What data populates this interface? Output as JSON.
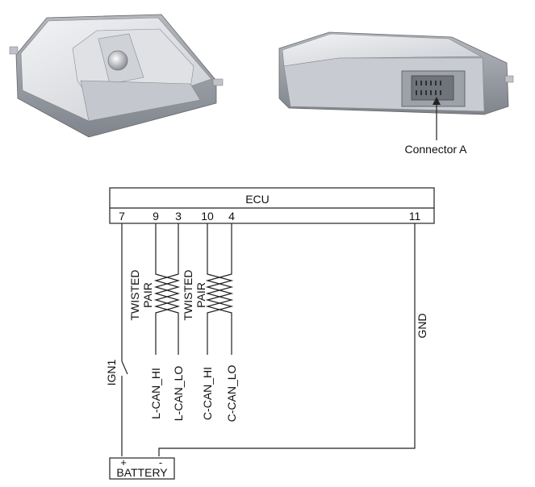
{
  "callout": {
    "connector_label": "Connector A"
  },
  "ecu": {
    "label": "ECU",
    "pins": [
      "7",
      "9",
      "3",
      "10",
      "4",
      "11"
    ]
  },
  "twisted_pair_label_1": [
    "TWISTED",
    "PAIR"
  ],
  "twisted_pair_label_2": [
    "TWISTED",
    "PAIR"
  ],
  "wire_labels": {
    "ign": "IGN1",
    "l_can_hi": "L-CAN_HI",
    "l_can_lo": "L-CAN_LO",
    "c_can_hi": "C-CAN_HI",
    "c_can_lo": "C-CAN_LO",
    "gnd": "GND"
  },
  "battery": {
    "label": "BATTERY",
    "plus": "+",
    "minus": "-"
  },
  "colors": {
    "line": "#222222",
    "module_light": "#e6e8ec",
    "module_mid": "#b9bcc3",
    "module_dark": "#7f838c"
  }
}
